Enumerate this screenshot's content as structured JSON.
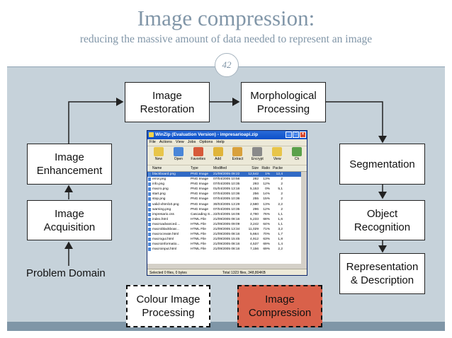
{
  "slide": {
    "title": "Image compression:",
    "subtitle": "reducing the massive amount of data needed to represent an image",
    "page_number": "42"
  },
  "diagram": {
    "problem_domain": "Problem Domain",
    "image_acquisition": "Image\nAcquisition",
    "image_enhancement": "Image\nEnhancement",
    "image_restoration": "Image\nRestoration",
    "morphological_processing": "Morphological\nProcessing",
    "segmentation": "Segmentation",
    "object_recognition": "Object\nRecognition",
    "representation_description": "Representation\n& Description",
    "colour_image_processing": "Colour Image\nProcessing",
    "image_compression": "Image\nCompression",
    "highlight_color": "#d9614a"
  },
  "winzip": {
    "title": "WinZip (Evaluation Version) - impresarioapi.zip",
    "menu": [
      "File",
      "Actions",
      "View",
      "Jobs",
      "Options",
      "Help"
    ],
    "toolbar": [
      {
        "label": "New",
        "icon": "new-archive-icon",
        "color": "#e8c54a"
      },
      {
        "label": "Open",
        "icon": "open-archive-icon",
        "color": "#4a86d8"
      },
      {
        "label": "Favorites",
        "icon": "favorites-icon",
        "color": "#d75a3a"
      },
      {
        "label": "Add",
        "icon": "add-icon",
        "color": "#e0b43a"
      },
      {
        "label": "Extract",
        "icon": "extract-icon",
        "color": "#d9a13c"
      },
      {
        "label": "Encrypt",
        "icon": "encrypt-icon",
        "color": "#8a8a8a"
      },
      {
        "label": "View",
        "icon": "view-icon",
        "color": "#e8c54a"
      },
      {
        "label": "Ch",
        "icon": "checkout-icon",
        "color": "#5aa04a"
      }
    ],
    "columns": [
      "Name",
      "Type",
      "Modified",
      "Size",
      "Ratio",
      "Packe"
    ],
    "files": [
      [
        "blackboard.png",
        "PNG Image",
        "21/09/2005 09:22",
        "12,542",
        "1%",
        "12,4"
      ],
      [
        "error.png",
        "PNG Image",
        "07/04/2005 10:56",
        "282",
        "13%",
        "2"
      ],
      [
        "info.png",
        "PNG Image",
        "07/04/2005 10:35",
        "293",
        "12%",
        "2"
      ],
      [
        "macro.png",
        "PNG Image",
        "01/04/2005 13:16",
        "5,153",
        "0%",
        "5,1"
      ],
      [
        "start.png",
        "PNG Image",
        "07/04/2005 10:36",
        "256",
        "14%",
        "2"
      ],
      [
        "stop.png",
        "PNG Image",
        "07/04/2005 10:36",
        "255",
        "15%",
        "2"
      ],
      [
        "valid-xhtml10.png",
        "PNG Image",
        "30/03/2005 13:29",
        "2,580",
        "13%",
        "2,2"
      ],
      [
        "warning.png",
        "PNG Image",
        "07/04/2005 10:35",
        "296",
        "12%",
        "2"
      ],
      [
        "impresario.css",
        "Cascading S...",
        "22/04/2005 16:06",
        "4,780",
        "76%",
        "1,1"
      ],
      [
        "index.html",
        "HTML File",
        "21/09/2005 08:16",
        "5,233",
        "68%",
        "1,6"
      ],
      [
        "macroadvanced....",
        "HTML File",
        "21/09/2005 09:09",
        "3,242",
        "64%",
        "1,1"
      ],
      [
        "macroblackboar...",
        "HTML File",
        "21/09/2005 13:34",
        "11,029",
        "71%",
        "3,2"
      ],
      [
        "macrocreate.html",
        "HTML File",
        "21/09/2005 08:16",
        "5,664",
        "70%",
        "1,7"
      ],
      [
        "macrogui.html",
        "HTML File",
        "21/09/2005 15:45",
        "4,912",
        "63%",
        "1,8"
      ],
      [
        "macroinformatio...",
        "HTML File",
        "21/09/2005 08:16",
        "4,537",
        "69%",
        "1,4"
      ],
      [
        "macroinput.html",
        "HTML File",
        "21/09/2005 08:16",
        "7,156",
        "69%",
        "2,2"
      ]
    ],
    "status_left": "Selected 0 files, 0 bytes",
    "status_right": "Total 1323 files, 348,804KB"
  }
}
